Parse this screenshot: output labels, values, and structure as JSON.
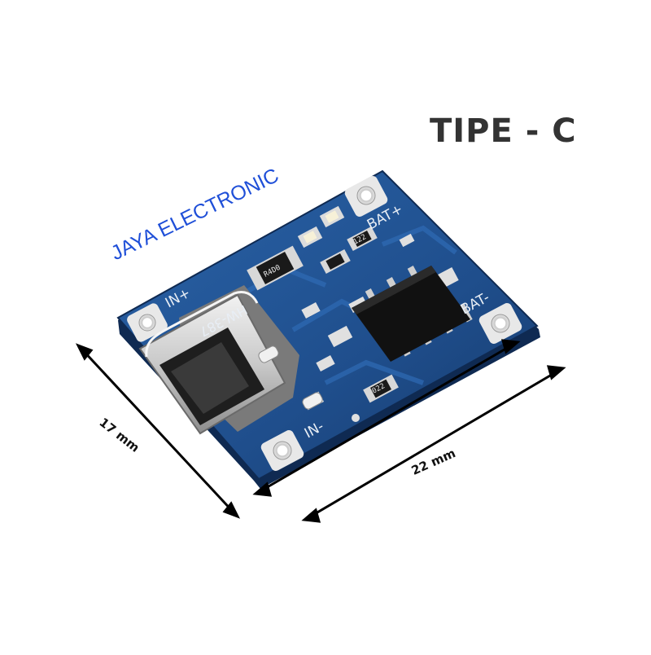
{
  "product": {
    "connector_type_label": "TIPE - C",
    "brand_watermark": "JAYA ELECTRONIC"
  },
  "board": {
    "model_silk": "HW-387",
    "in_plus_label": "IN+",
    "in_minus_label": "IN-",
    "bat_plus_label": "BAT+",
    "bat_minus_label": "BAT-",
    "resistor_large_code": "R4D0",
    "resistor_small_code": "122",
    "resistor_bottom_code": "022"
  },
  "dimensions": {
    "width_label": "22 mm",
    "height_label": "17 mm"
  },
  "colors": {
    "pcb": "#1f4e8c",
    "pcb_dark": "#163a6b",
    "silkscreen": "#e8eef5",
    "brand": "#1f4fd8",
    "title": "#333333"
  }
}
